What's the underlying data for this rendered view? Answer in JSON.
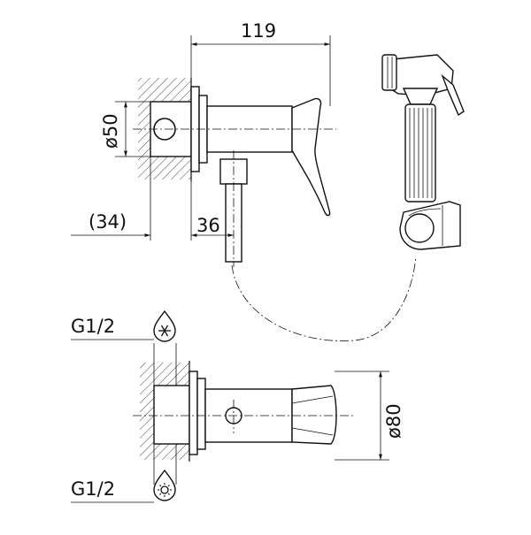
{
  "dimensions": {
    "overall_length": "119",
    "body_diameter": "ø50",
    "wall_offset": "(34)",
    "outlet_offset": "36",
    "flange_diameter": "ø80"
  },
  "connections": {
    "cold_inlet": "G1/2",
    "hot_inlet": "G1/2"
  },
  "icons": {
    "cold": "snowflake-droplet-icon",
    "hot": "sun-droplet-icon",
    "handset": "bidet-spray-handset-icon"
  }
}
